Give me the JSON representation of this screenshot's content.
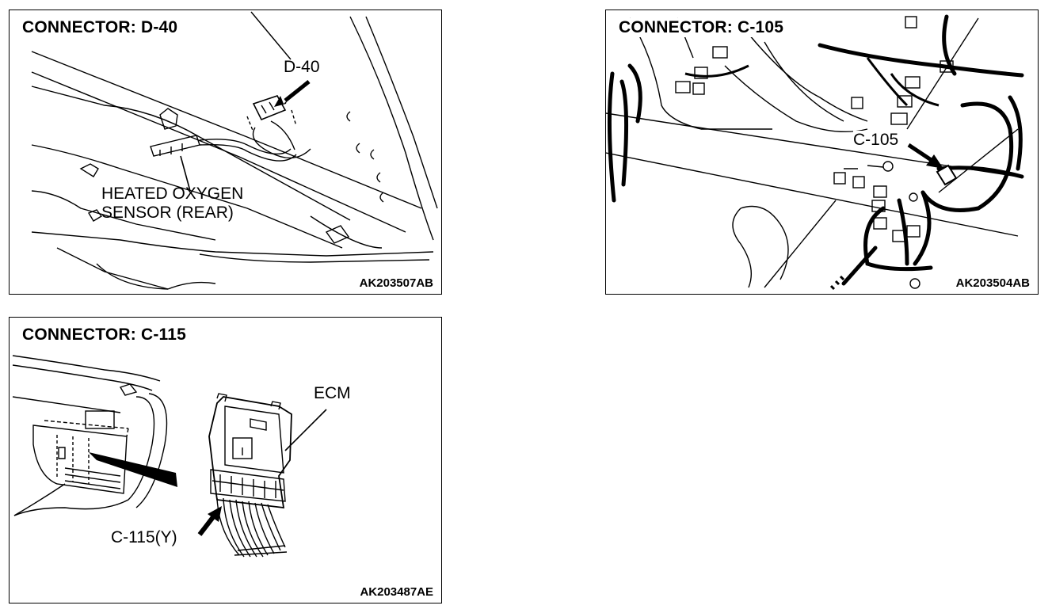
{
  "panels": [
    {
      "title": "CONNECTOR: D-40",
      "image_code": "AK203507AB",
      "labels": {
        "connector": "D-40",
        "sensor_line1": "HEATED OXYGEN",
        "sensor_line2": "SENSOR (REAR)"
      }
    },
    {
      "title": "CONNECTOR: C-105",
      "image_code": "AK203504AB",
      "labels": {
        "connector": "C-105"
      }
    },
    {
      "title": "CONNECTOR: C-115",
      "image_code": "AK203487AE",
      "labels": {
        "module": "ECM",
        "connector": "C-115(Y)"
      }
    }
  ]
}
